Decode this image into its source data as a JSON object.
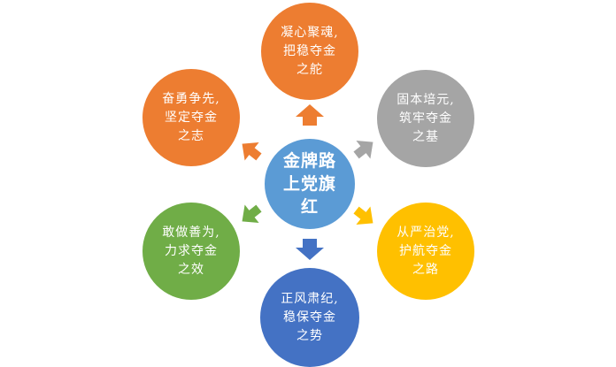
{
  "center": {
    "label": "金牌路\n上党旗\n红",
    "color": "#5b9bd5"
  },
  "nodes": {
    "top": {
      "label": "凝心聚魂,\n把稳夺金\n之舵",
      "color": "#ed7d31"
    },
    "tl": {
      "label": "奋勇争先,\n坚定夺金\n之志",
      "color": "#ed7d31"
    },
    "tr": {
      "label": "固本培元,\n筑牢夺金\n之基",
      "color": "#a5a5a5"
    },
    "bl": {
      "label": "敢做善为,\n力求夺金\n之效",
      "color": "#70ad47"
    },
    "br": {
      "label": "从严治党,\n护航夺金\n之路",
      "color": "#ffc000"
    },
    "bottom": {
      "label": "正风肃纪,\n稳保夺金\n之势",
      "color": "#4472c4"
    }
  }
}
